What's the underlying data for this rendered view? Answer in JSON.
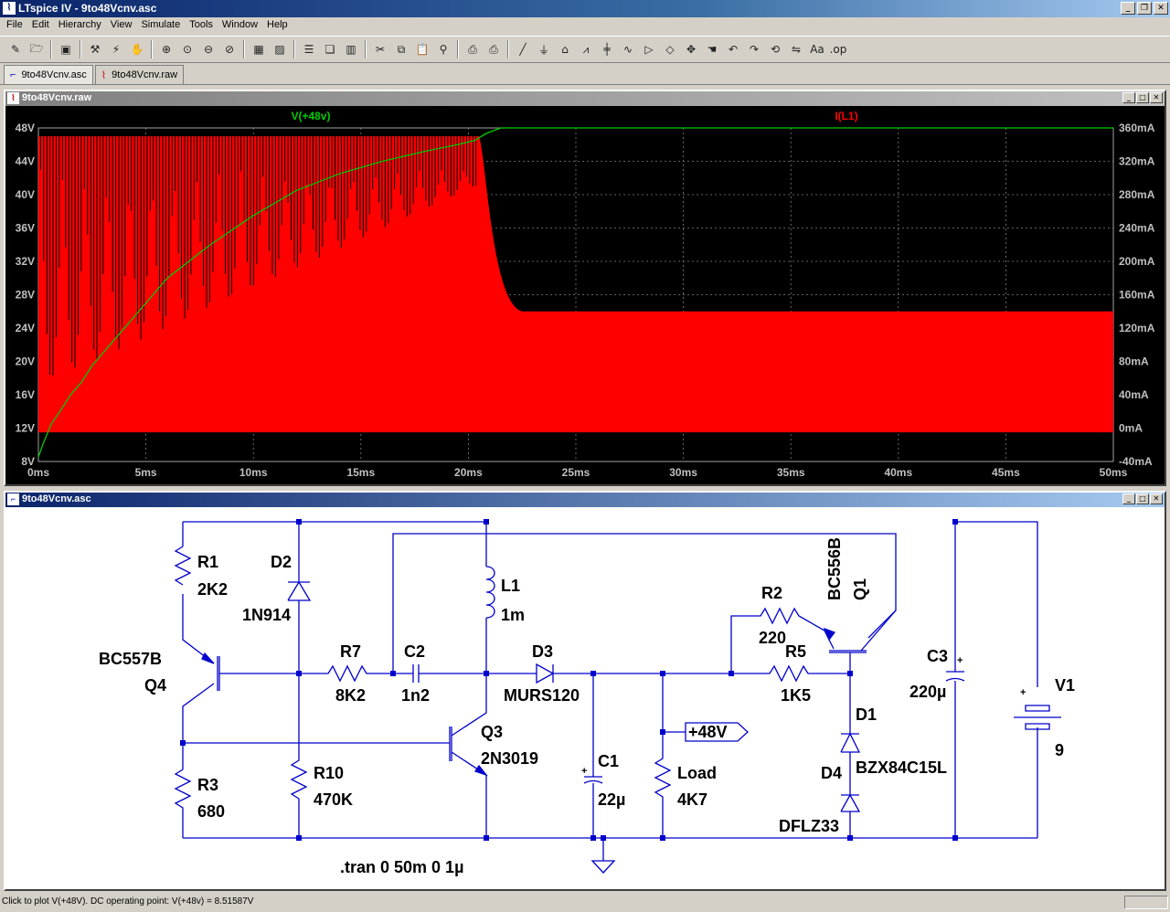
{
  "window": {
    "title": "LTspice IV - 9to48Vcnv.asc"
  },
  "menu": [
    "File",
    "Edit",
    "Hierarchy",
    "View",
    "Simulate",
    "Tools",
    "Window",
    "Help"
  ],
  "tabs": [
    {
      "label": "9to48Vcnv.asc",
      "icon": "schematic-icon"
    },
    {
      "label": "9to48Vcnv.raw",
      "icon": "waveform-icon"
    }
  ],
  "waveform_window": {
    "title": "9to48Vcnv.raw"
  },
  "schematic_window": {
    "title": "9to48Vcnv.asc"
  },
  "chart_data": {
    "type": "line",
    "title": "",
    "series": [
      {
        "name": "V(+48v)",
        "color": "#00cc00",
        "axis": "left",
        "x_ms": [
          0,
          0.2,
          0.6,
          1,
          1.5,
          2,
          2.5,
          3,
          4,
          5,
          6,
          8,
          10,
          12,
          14,
          16,
          18,
          19.5,
          20.3,
          20.8,
          21.5,
          25,
          30,
          40,
          50
        ],
        "y_v": [
          8.5,
          10,
          12.5,
          14,
          16,
          17.5,
          19.5,
          21,
          24,
          27,
          30,
          34,
          37.5,
          40.5,
          42.5,
          44,
          45.2,
          46,
          46.5,
          47.3,
          48,
          48,
          48,
          48,
          48
        ]
      },
      {
        "name": "I(L1)",
        "color": "#ff0000",
        "axis": "right",
        "description_segments": [
          {
            "x_ms": [
              0,
              20.5
            ],
            "min_ma": -5,
            "max_ma": 350
          },
          {
            "x_ms": [
              20.5,
              22.5
            ],
            "min_ma": -5,
            "max_ma_from": 350,
            "max_ma_to": 140
          },
          {
            "x_ms": [
              22.5,
              50
            ],
            "min_ma": -5,
            "max_ma": 140
          }
        ]
      }
    ],
    "xlabel": "",
    "x_ticks": [
      "0ms",
      "5ms",
      "10ms",
      "15ms",
      "20ms",
      "25ms",
      "30ms",
      "35ms",
      "40ms",
      "45ms",
      "50ms"
    ],
    "xlim_ms": [
      0,
      50
    ],
    "y_left_ticks": [
      "48V",
      "44V",
      "40V",
      "36V",
      "32V",
      "28V",
      "24V",
      "20V",
      "16V",
      "12V",
      "8V"
    ],
    "ylim_left_v": [
      8,
      48
    ],
    "y_right_ticks": [
      "360mA",
      "320mA",
      "280mA",
      "240mA",
      "200mA",
      "160mA",
      "120mA",
      "80mA",
      "40mA",
      "0mA",
      "-40mA"
    ],
    "ylim_right_ma": [
      -40,
      360
    ],
    "grid": true,
    "background": "#000000"
  },
  "schematic": {
    "labels": {
      "R1": "R1",
      "R1v": "2K2",
      "D2": "D2",
      "D2v": "1N914",
      "R7": "R7",
      "R7v": "8K2",
      "C2": "C2",
      "C2v": "1n2",
      "L1": "L1",
      "L1v": "1m",
      "D3": "D3",
      "D3v": "MURS120",
      "R2": "R2",
      "R2v": "220",
      "R5": "R5",
      "R5v": "1K5",
      "Q1": "Q1",
      "Q1v": "BC556B",
      "C3": "C3",
      "C3v": "220µ",
      "V1": "V1",
      "V1v": "9",
      "Q4": "Q4",
      "Q4v": "BC557B",
      "R3": "R3",
      "R3v": "680",
      "R10": "R10",
      "R10v": "470K",
      "Q3": "Q3",
      "Q3v": "2N3019",
      "C1": "C1",
      "C1v": "22µ",
      "Load": "Load",
      "Loadv": "4K7",
      "D1": "D1",
      "D1v": "BZX84C15L",
      "D4": "D4",
      "D4v": "DFLZ33",
      "netlabel": "+48V",
      "directive": ".tran 0 50m 0 1µ"
    }
  },
  "status": {
    "text": "Click to plot V(+48V).  DC operating point: V(+48v) = 8.51587V"
  }
}
